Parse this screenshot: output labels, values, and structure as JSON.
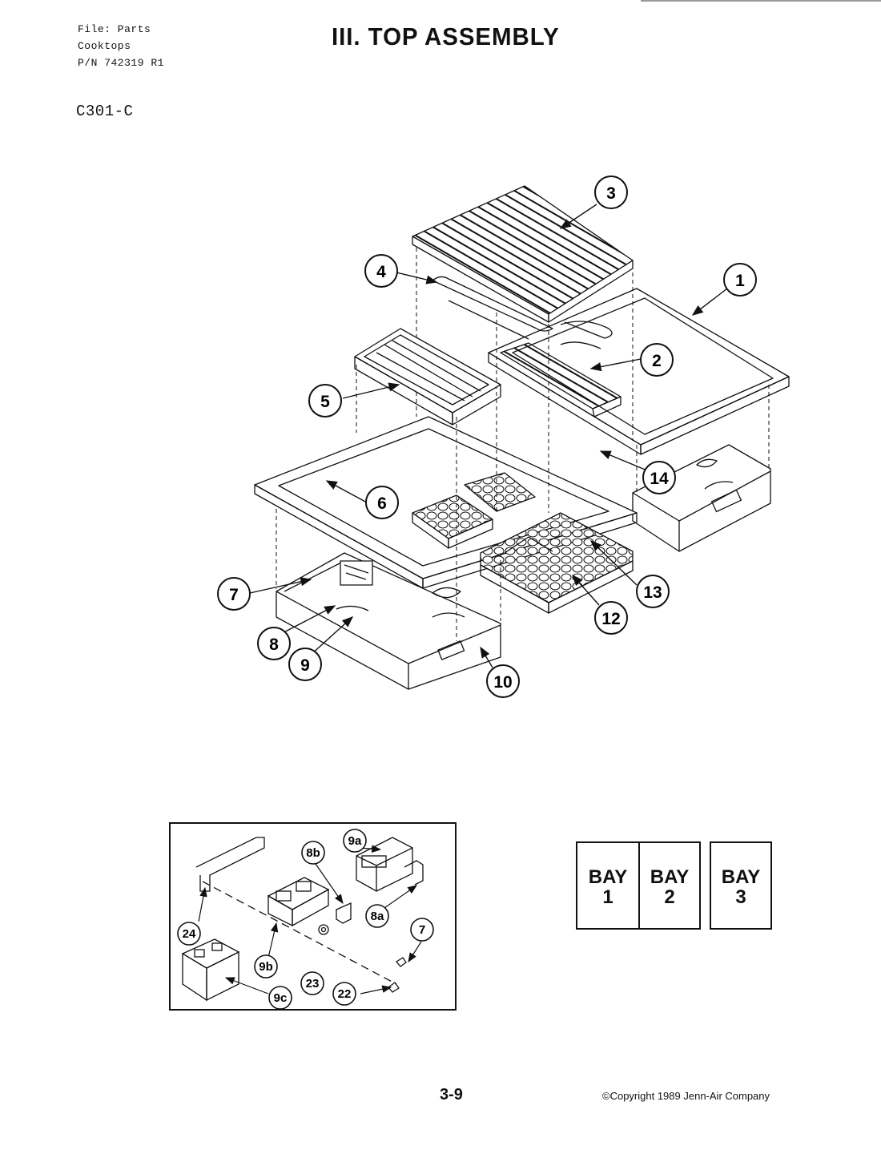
{
  "header": {
    "file_line": "File: Parts",
    "category_line": "Cooktops",
    "part_number_line": "P/N 742319 R1",
    "model": "C301-C",
    "title": "III. TOP ASSEMBLY"
  },
  "callouts": [
    "1",
    "2",
    "3",
    "4",
    "5",
    "6",
    "7",
    "8",
    "9",
    "10",
    "12",
    "13",
    "14"
  ],
  "inset_callouts": [
    "24",
    "9b",
    "8b",
    "9a",
    "8a",
    "7",
    "23",
    "22",
    "9c"
  ],
  "bay_diagram": {
    "bay_word": "BAY",
    "bays": [
      "1",
      "2",
      "3"
    ]
  },
  "footer": {
    "page_number": "3-9",
    "copyright": "©Copyright 1989 Jenn-Air Company"
  }
}
